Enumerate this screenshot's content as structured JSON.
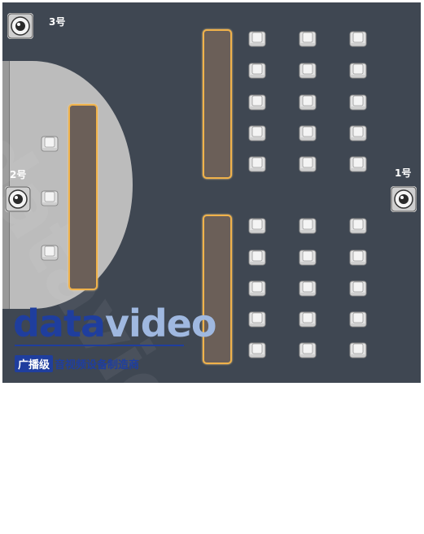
{
  "watermark": {
    "text": "datavideo"
  },
  "cameras": [
    {
      "id": "cam3",
      "label": "3号"
    },
    {
      "id": "cam2",
      "label": "2号"
    },
    {
      "id": "cam1",
      "label": "1号"
    }
  ],
  "logo": {
    "part_a": "data",
    "part_b": "video",
    "badge": "广播级",
    "tagline": "音视频设备制造商"
  },
  "colors": {
    "room": "#3f4752",
    "stage": "#bcbcbc",
    "table_fill": "#6b5f58",
    "table_border": "#f0b24a",
    "chair": "#e2e2e2",
    "logo_blue": "#1f3e9e",
    "logo_light_blue": "#9fb8e0"
  },
  "icons": {
    "camera": "camera-icon",
    "chair": "chair-icon"
  }
}
